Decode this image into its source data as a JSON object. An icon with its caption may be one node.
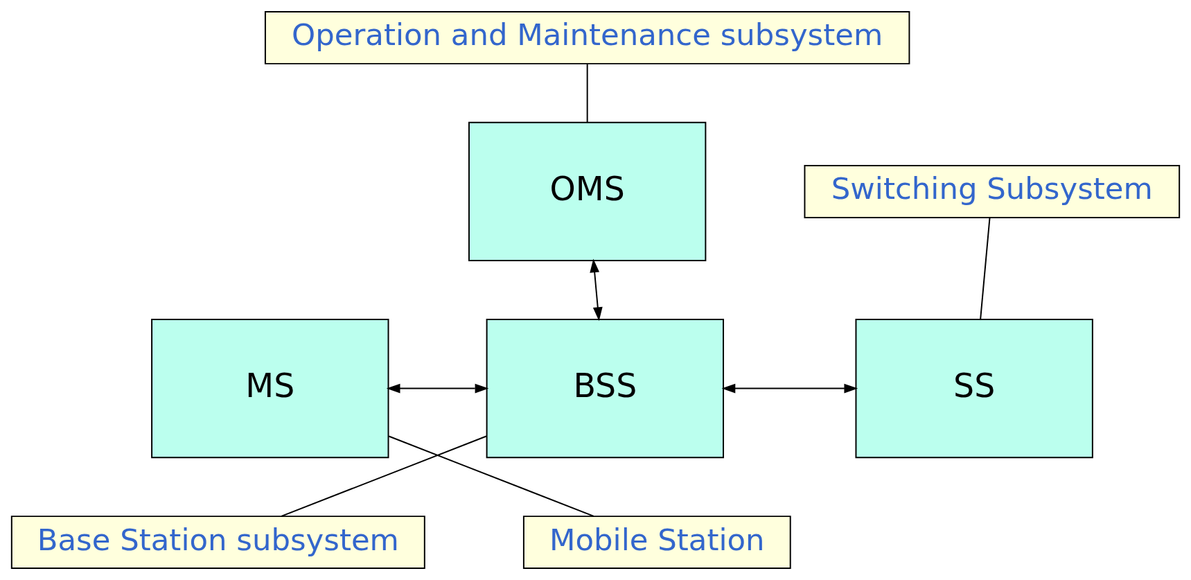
{
  "diagram": {
    "nodes": [
      {
        "text": [
          "Operation and Maintenance subsystem"
        ]
      },
      {
        "text": [
          "OMS"
        ]
      },
      {
        "text": [
          "Switching Subsystem"
        ]
      },
      {
        "text": [
          "MS"
        ]
      },
      {
        "text": [
          "BSS"
        ]
      },
      {
        "text": [
          "SS"
        ]
      },
      {
        "text": [
          "Mobile Station"
        ]
      },
      {
        "text": [
          "Base Station subsystem"
        ]
      }
    ],
    "edges": [
      {
        "from": 0,
        "to": 1,
        "arrow": "none"
      },
      {
        "from": 2,
        "to": 5,
        "arrow": "none"
      },
      {
        "from": 1,
        "to": 4,
        "arrow": "both"
      },
      {
        "from": 3,
        "to": 4,
        "arrow": "both"
      },
      {
        "from": 4,
        "to": 5,
        "arrow": "both"
      },
      {
        "from": 6,
        "to": 3,
        "arrow": "none"
      },
      {
        "from": 7,
        "to": 4,
        "arrow": "none"
      }
    ]
  }
}
